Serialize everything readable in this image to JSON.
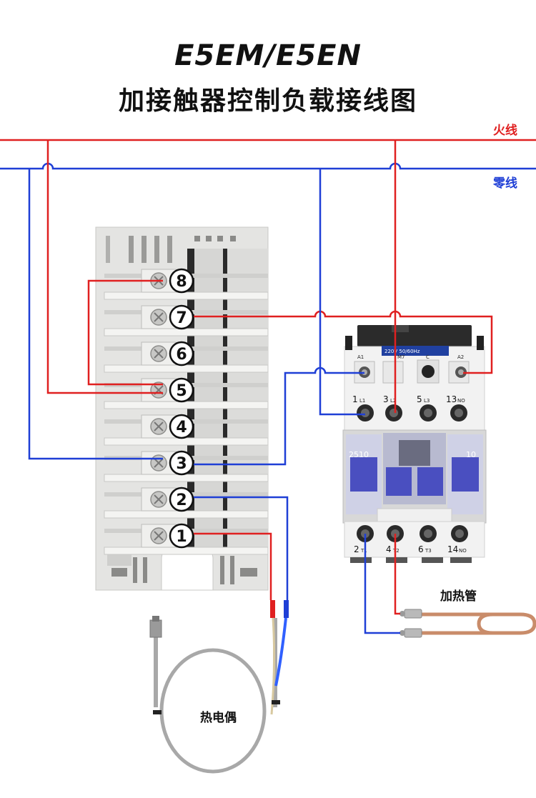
{
  "title": "E5EM/E5EN",
  "subtitle": "加接触器控制负载接线图",
  "lines": {
    "live": "火线",
    "neutral": "零线"
  },
  "colors": {
    "live": "#e02020",
    "neutral": "#1f3fd6"
  },
  "controller": {
    "terminals": [
      "8",
      "7",
      "6",
      "5",
      "4",
      "3",
      "2",
      "1"
    ]
  },
  "contactor": {
    "rating": "220V 50/60Hz",
    "coil_code": "M7",
    "coil_letter": "C",
    "coil_a1": "A1",
    "coil_a2": "A2",
    "model": "2510",
    "aux_code": "10",
    "top": [
      {
        "n": "1",
        "l": "L1"
      },
      {
        "n": "3",
        "l": "L2"
      },
      {
        "n": "5",
        "l": "L3"
      },
      {
        "n": "13",
        "l": "NO"
      }
    ],
    "bottom": [
      {
        "n": "2",
        "l": "T1"
      },
      {
        "n": "4",
        "l": "T2"
      },
      {
        "n": "6",
        "l": "T3"
      },
      {
        "n": "14",
        "l": "NO"
      }
    ]
  },
  "parts": {
    "heater": "加热管",
    "thermocouple": "热电偶"
  }
}
